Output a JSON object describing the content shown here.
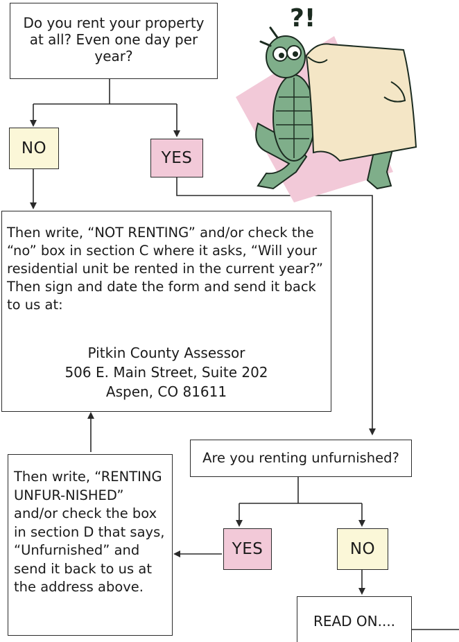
{
  "question1": "Do you rent your property at all?  Even one day per year?",
  "no1": "NO",
  "yes1": "YES",
  "not_renting": {
    "text": "Then write, “NOT RENTING” and/or check the “no” box in section C where it asks, “Will your residential unit be rented in the current year?” Then sign and date the form and send it back to us at:",
    "address_line1": "Pitkin County Assessor",
    "address_line2": "506 E. Main Street, Suite 202",
    "address_line3": "Aspen, CO  81611"
  },
  "question2": "Are you renting unfurnished?",
  "yes2": "YES",
  "no2": "NO",
  "unfurnished_text": "Then write, “RENTING UNFUR-NISHED” and/or check the box in section D that says, “Unfurnished” and send it back to us at the address above.",
  "read_on": "READ ON....",
  "illustration_text": "?!",
  "colors": {
    "yes": "#f2c9d8",
    "no": "#fbf7d8",
    "line": "#2a2a2a",
    "bug": "#7fae8a",
    "paper": "#f4e6c6"
  }
}
